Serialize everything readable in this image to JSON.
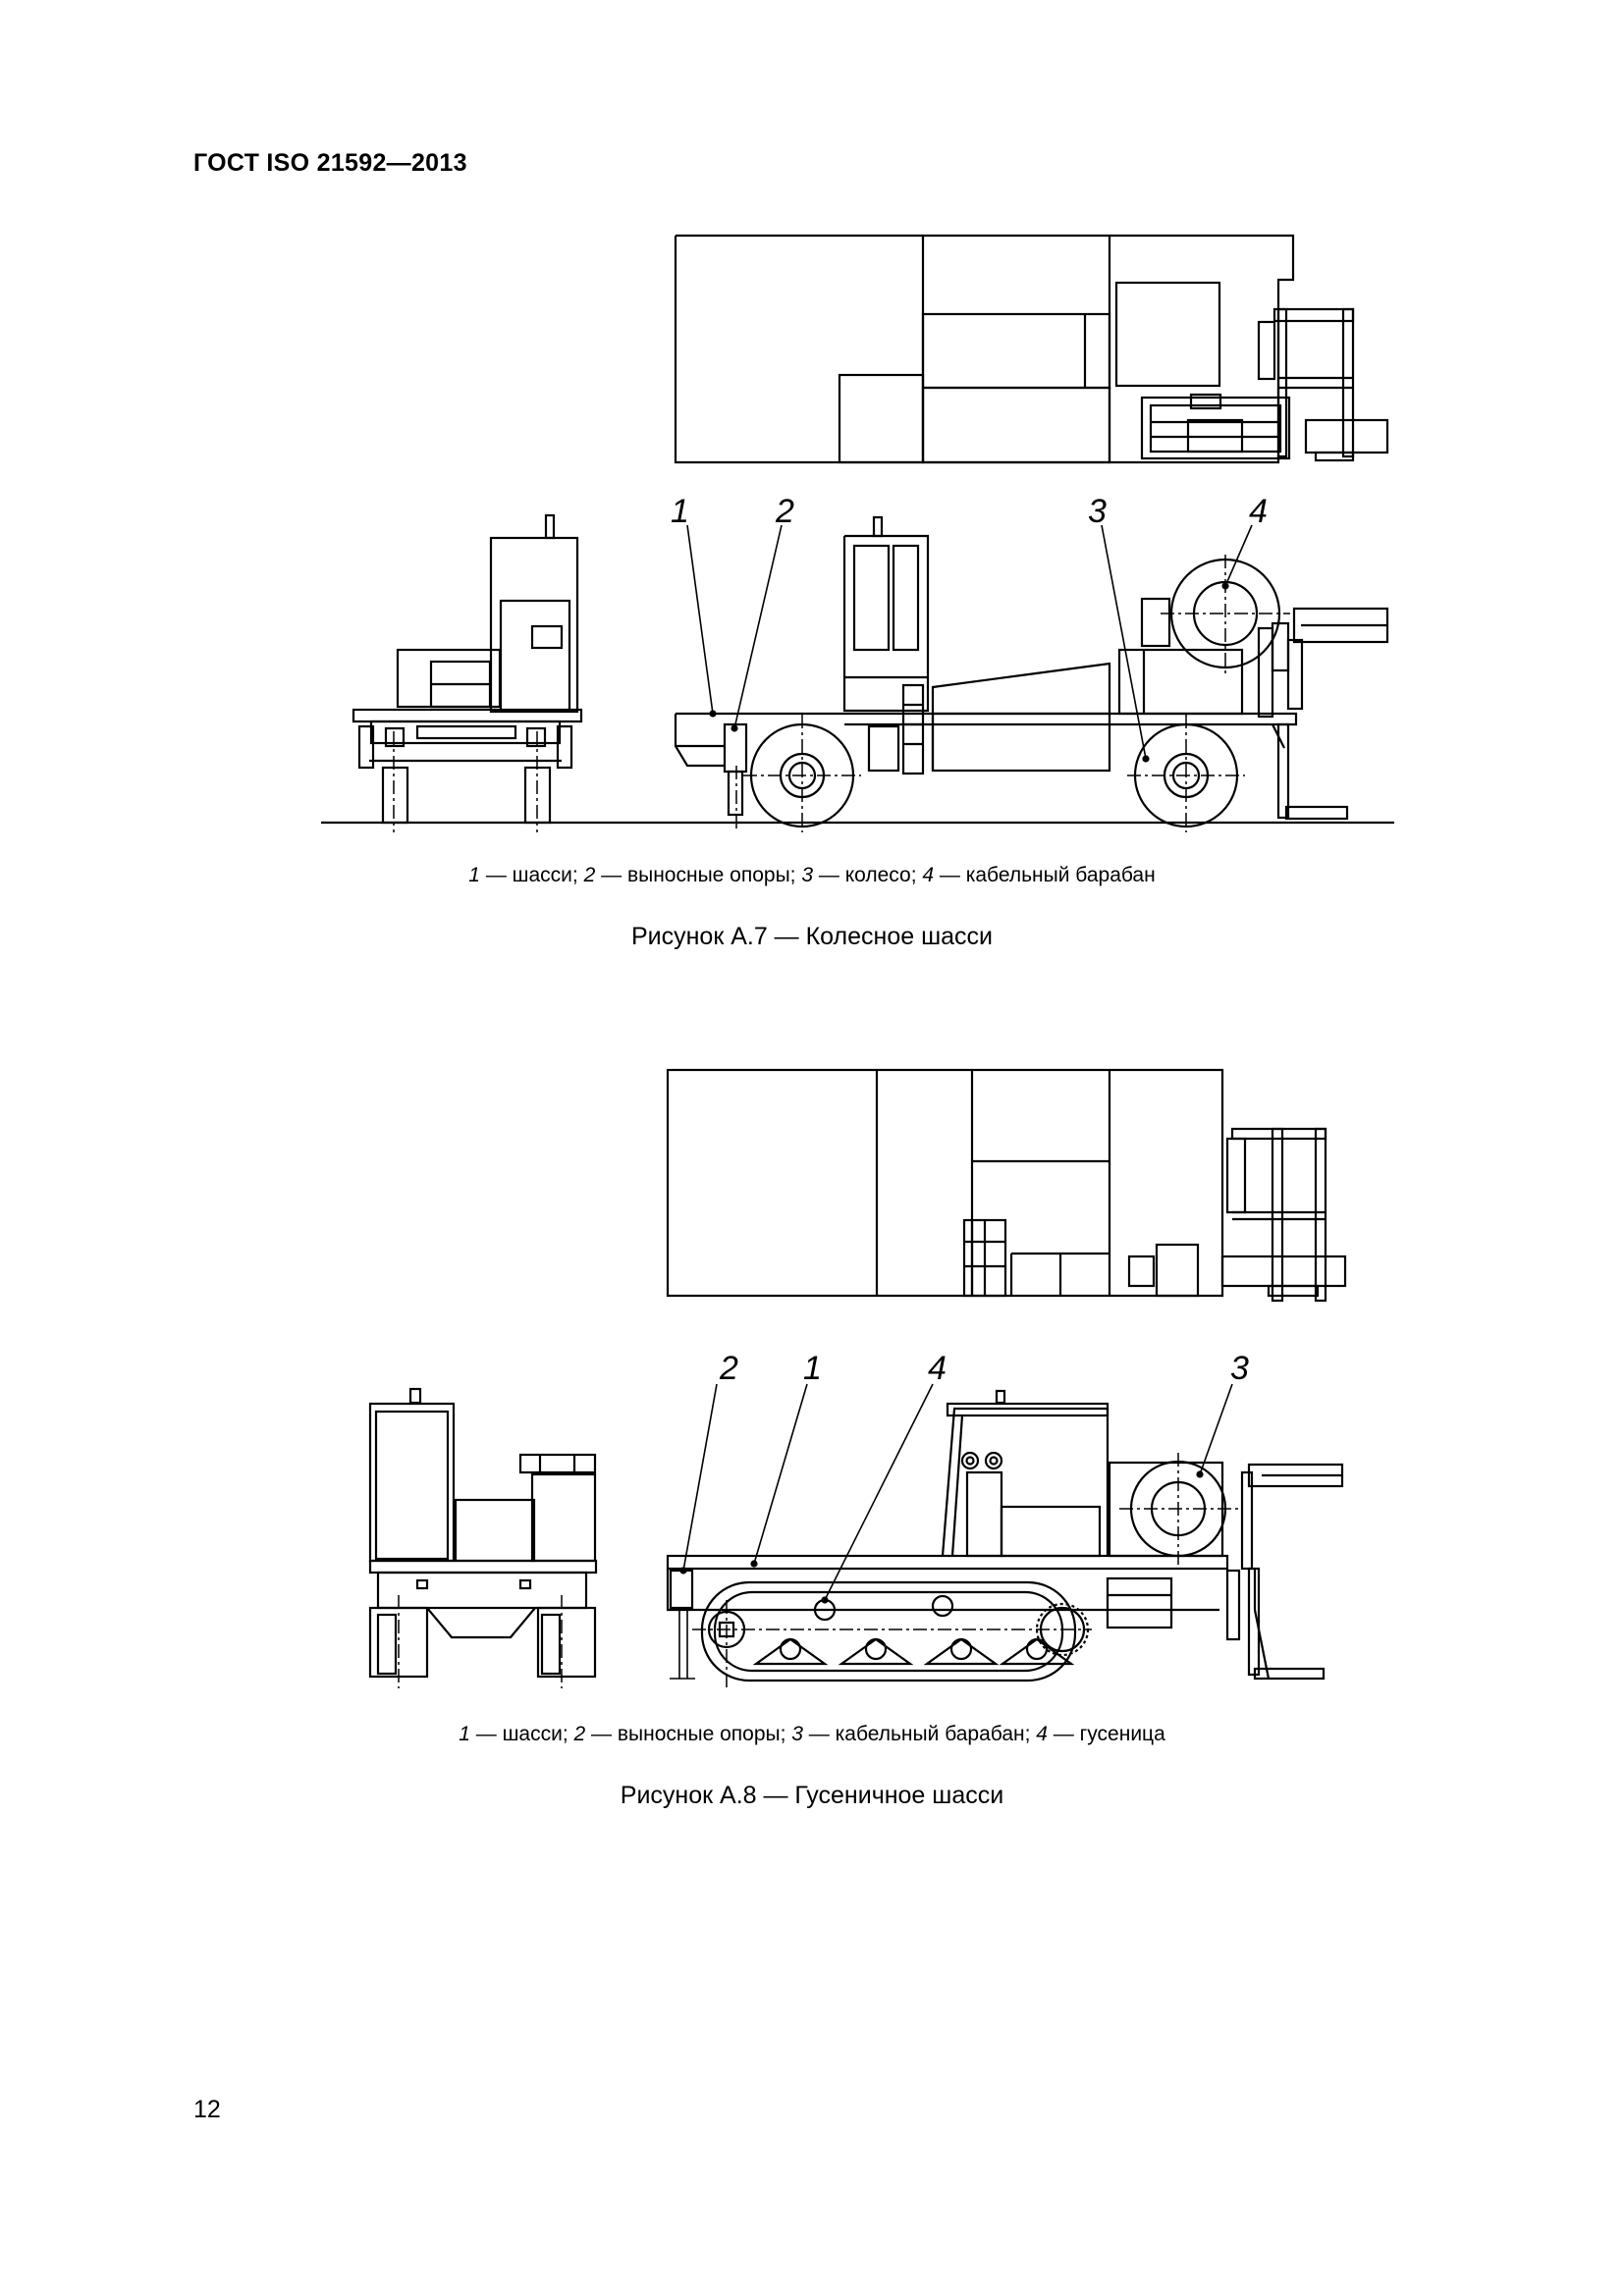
{
  "header": {
    "standard": "ГОСТ ISO 21592—2013"
  },
  "figure_a7": {
    "callouts": [
      "1",
      "2",
      "3",
      "4"
    ],
    "legend": [
      {
        "num": "1",
        "text": " — шасси; "
      },
      {
        "num": "2",
        "text": " — выносные опоры; "
      },
      {
        "num": "3",
        "text": " — колесо; "
      },
      {
        "num": "4",
        "text": " — кабельный барабан"
      }
    ],
    "caption": "Рисунок  А.7 — Колесное шасси"
  },
  "figure_a8": {
    "callouts": [
      "2",
      "1",
      "4",
      "3"
    ],
    "legend": [
      {
        "num": "1",
        "text": " — шасси; "
      },
      {
        "num": "2",
        "text": " — выносные опоры; "
      },
      {
        "num": "3",
        "text": " — кабельный барабан; "
      },
      {
        "num": "4",
        "text": " — гусеница"
      }
    ],
    "caption": "Рисунок  А.8 — Гусеничное шасси"
  },
  "page_number": "12"
}
